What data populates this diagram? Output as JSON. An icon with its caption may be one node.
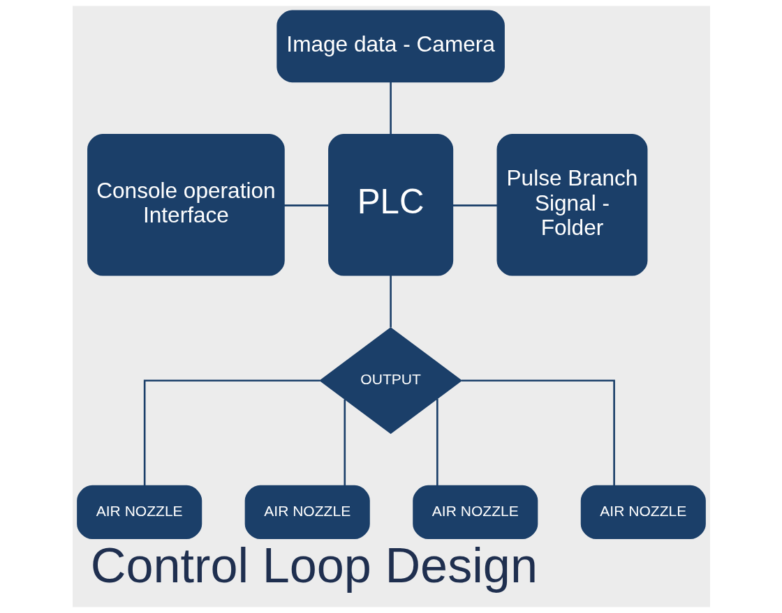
{
  "diagram": {
    "title": "Control Loop Design",
    "nodes": [
      {
        "text": [
          "Image data - Camera"
        ]
      },
      {
        "text": [
          "Console operation Interface"
        ]
      },
      {
        "text": [
          "PLC"
        ]
      },
      {
        "text": [
          "Pulse Branch Signal - Folder"
        ]
      },
      {
        "text": [
          "OUTPUT"
        ]
      },
      {
        "text": [
          "AIR NOZZLE"
        ]
      },
      {
        "text": [
          "AIR NOZZLE"
        ]
      },
      {
        "text": [
          "AIR NOZZLE"
        ]
      },
      {
        "text": [
          "AIR NOZZLE"
        ]
      }
    ],
    "edges": [
      {
        "from": 0,
        "to": 2,
        "arrow": "none"
      },
      {
        "from": 1,
        "to": 2,
        "arrow": "none"
      },
      {
        "from": 2,
        "to": 3,
        "arrow": "none"
      },
      {
        "from": 2,
        "to": 4,
        "arrow": "none"
      },
      {
        "from": 4,
        "to": 5,
        "arrow": "none"
      },
      {
        "from": 4,
        "to": 6,
        "arrow": "none"
      },
      {
        "from": 4,
        "to": 7,
        "arrow": "none"
      },
      {
        "from": 4,
        "to": 8,
        "arrow": "none"
      }
    ]
  }
}
